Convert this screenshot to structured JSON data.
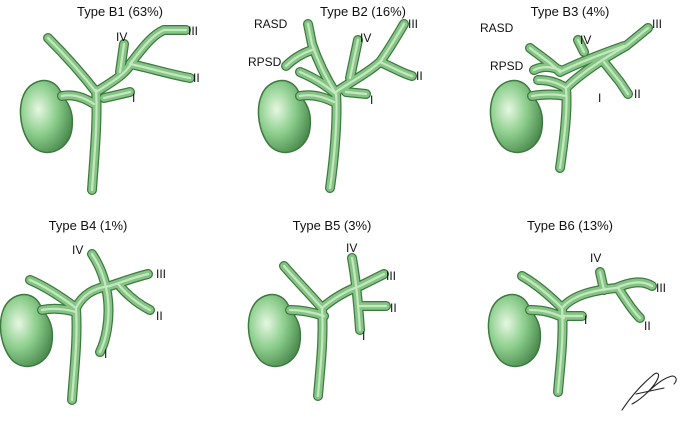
{
  "panels": [
    {
      "title": "Type B1 (63%)",
      "labels": {
        "iv": "IV",
        "iii": "III",
        "ii": "II",
        "i": "I"
      }
    },
    {
      "title": "Type B2 (16%)",
      "labels": {
        "rasd": "RASD",
        "rpsd": "RPSD",
        "iv": "IV",
        "iii": "III",
        "ii": "II",
        "i": "I"
      }
    },
    {
      "title": "Type B3 (4%)",
      "labels": {
        "rasd": "RASD",
        "rpsd": "RPSD",
        "iv": "IV",
        "iii": "III",
        "ii": "II",
        "i": "I"
      }
    },
    {
      "title": "Type B4 (1%)",
      "labels": {
        "iv": "IV",
        "iii": "III",
        "ii": "II",
        "i": "I"
      }
    },
    {
      "title": "Type B5 (3%)",
      "labels": {
        "iv": "IV",
        "iii": "III",
        "ii": "II",
        "i": "I"
      }
    },
    {
      "title": "Type B6 (13%)",
      "labels": {
        "iv": "IV",
        "iii": "III",
        "ii": "II",
        "i": "I"
      }
    }
  ],
  "colors": {
    "duct_fill": "#86c486",
    "duct_outline": "#3d7a3f",
    "duct_highlight": "#c4e8c0",
    "gallbladder_fill": "#8fcf8f"
  },
  "icons": {
    "signature": "artist-signature"
  }
}
